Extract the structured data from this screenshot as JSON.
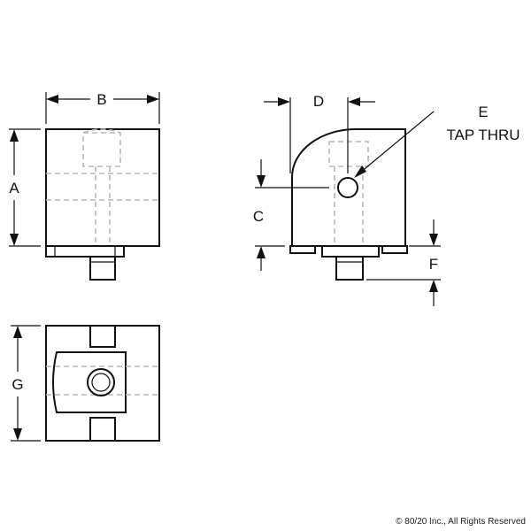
{
  "labels": {
    "A": "A",
    "B": "B",
    "C": "C",
    "D": "D",
    "E": "E",
    "E_note": "TAP THRU",
    "F": "F",
    "G": "G"
  },
  "copyright": "© 80/20 Inc., All Rights Reserved"
}
